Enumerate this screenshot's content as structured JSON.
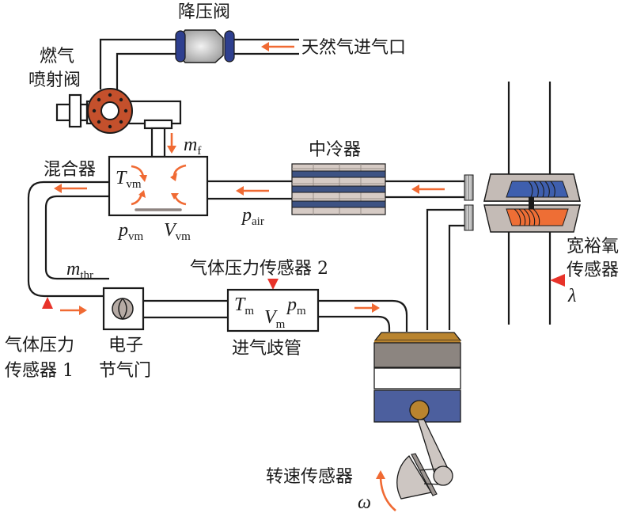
{
  "labels": {
    "pressure_reducing_valve": "降压阀",
    "natural_gas_inlet": "天然气进气口",
    "gas_injector_line1": "燃气",
    "gas_injector_line2": "喷射阀",
    "mixer": "混合器",
    "intercooler": "中冷器",
    "wideband_o2_line1": "宽裕氧",
    "wideband_o2_line2": "传感器",
    "pressure_sensor_2": "气体压力传感器 2",
    "intake_manifold": "进气歧管",
    "pressure_sensor_1_line1": "气体压力",
    "pressure_sensor_1_line2": "传感器 1",
    "throttle_line1": "电子",
    "throttle_line2": "节气门",
    "speed_sensor": "转速传感器"
  },
  "symbols": {
    "m_f": {
      "main": "m",
      "sub": "f"
    },
    "T_vm": {
      "main": "T",
      "sub": "vm"
    },
    "p_vm": {
      "main": "p",
      "sub": "vm"
    },
    "V_vm": {
      "main": "V",
      "sub": "vm"
    },
    "p_air": {
      "main": "p",
      "sub": "air"
    },
    "m_thr": {
      "main": "m",
      "sub": "thr"
    },
    "T_m": {
      "main": "T",
      "sub": "m"
    },
    "V_m": {
      "main": "V",
      "sub": "m"
    },
    "p_m": {
      "main": "p",
      "sub": "m"
    },
    "lambda": "λ",
    "omega": "ω"
  },
  "colors": {
    "flow_arrow": "#f06a33",
    "sensor_marker": "#e8332a",
    "injector": "#c4502c",
    "valve_flange": "#2e3f8f",
    "intercooler_band": "#3d5283",
    "turbo_compressor": "#3f5fae",
    "turbo_turbine": "#ee6e35",
    "engine_head": "#b9842f",
    "engine_block": "#8c8580",
    "piston": "#4c5f9e"
  }
}
